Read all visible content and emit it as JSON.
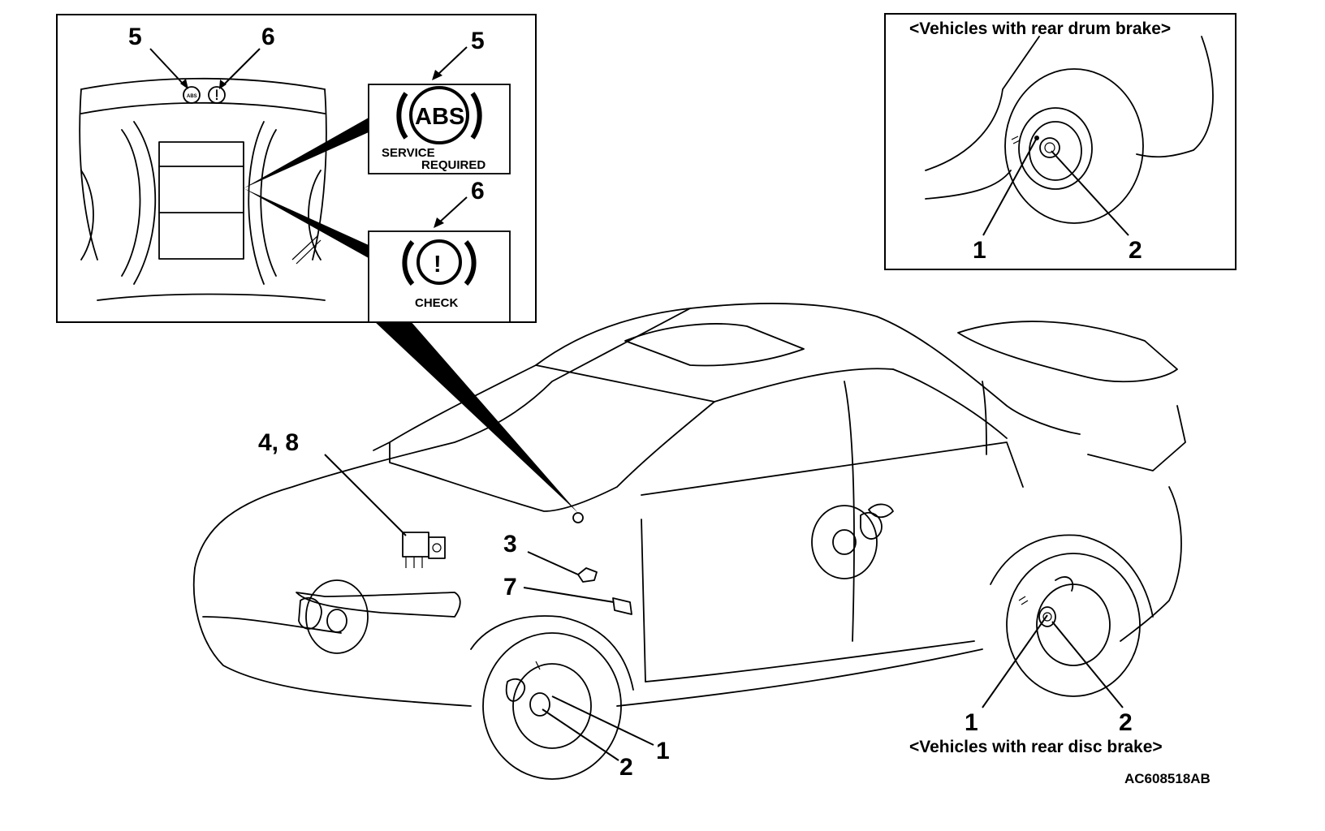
{
  "callouts": {
    "cluster_abs": "5",
    "cluster_brake": "6",
    "abs_lamp": "5",
    "brake_lamp": "6",
    "abs_unit": "4, 8",
    "sensor": "3",
    "connector": "7",
    "front_wheel_sensor": "1",
    "front_wheel_rotor": "2",
    "drum_sensor": "1",
    "drum_rotor": "2",
    "disc_sensor": "1",
    "disc_rotor": "2"
  },
  "lamps": {
    "abs_symbol": "ABS",
    "abs_line1": "SERVICE",
    "abs_line2": "REQUIRED",
    "brake_symbol": "!",
    "brake_caption": "CHECK"
  },
  "captions": {
    "drum": "<Vehicles with rear drum brake>",
    "disc": "<Vehicles with rear disc brake>"
  },
  "figure_code": "AC608518AB",
  "colors": {
    "ink": "#000000",
    "paper": "#ffffff"
  }
}
